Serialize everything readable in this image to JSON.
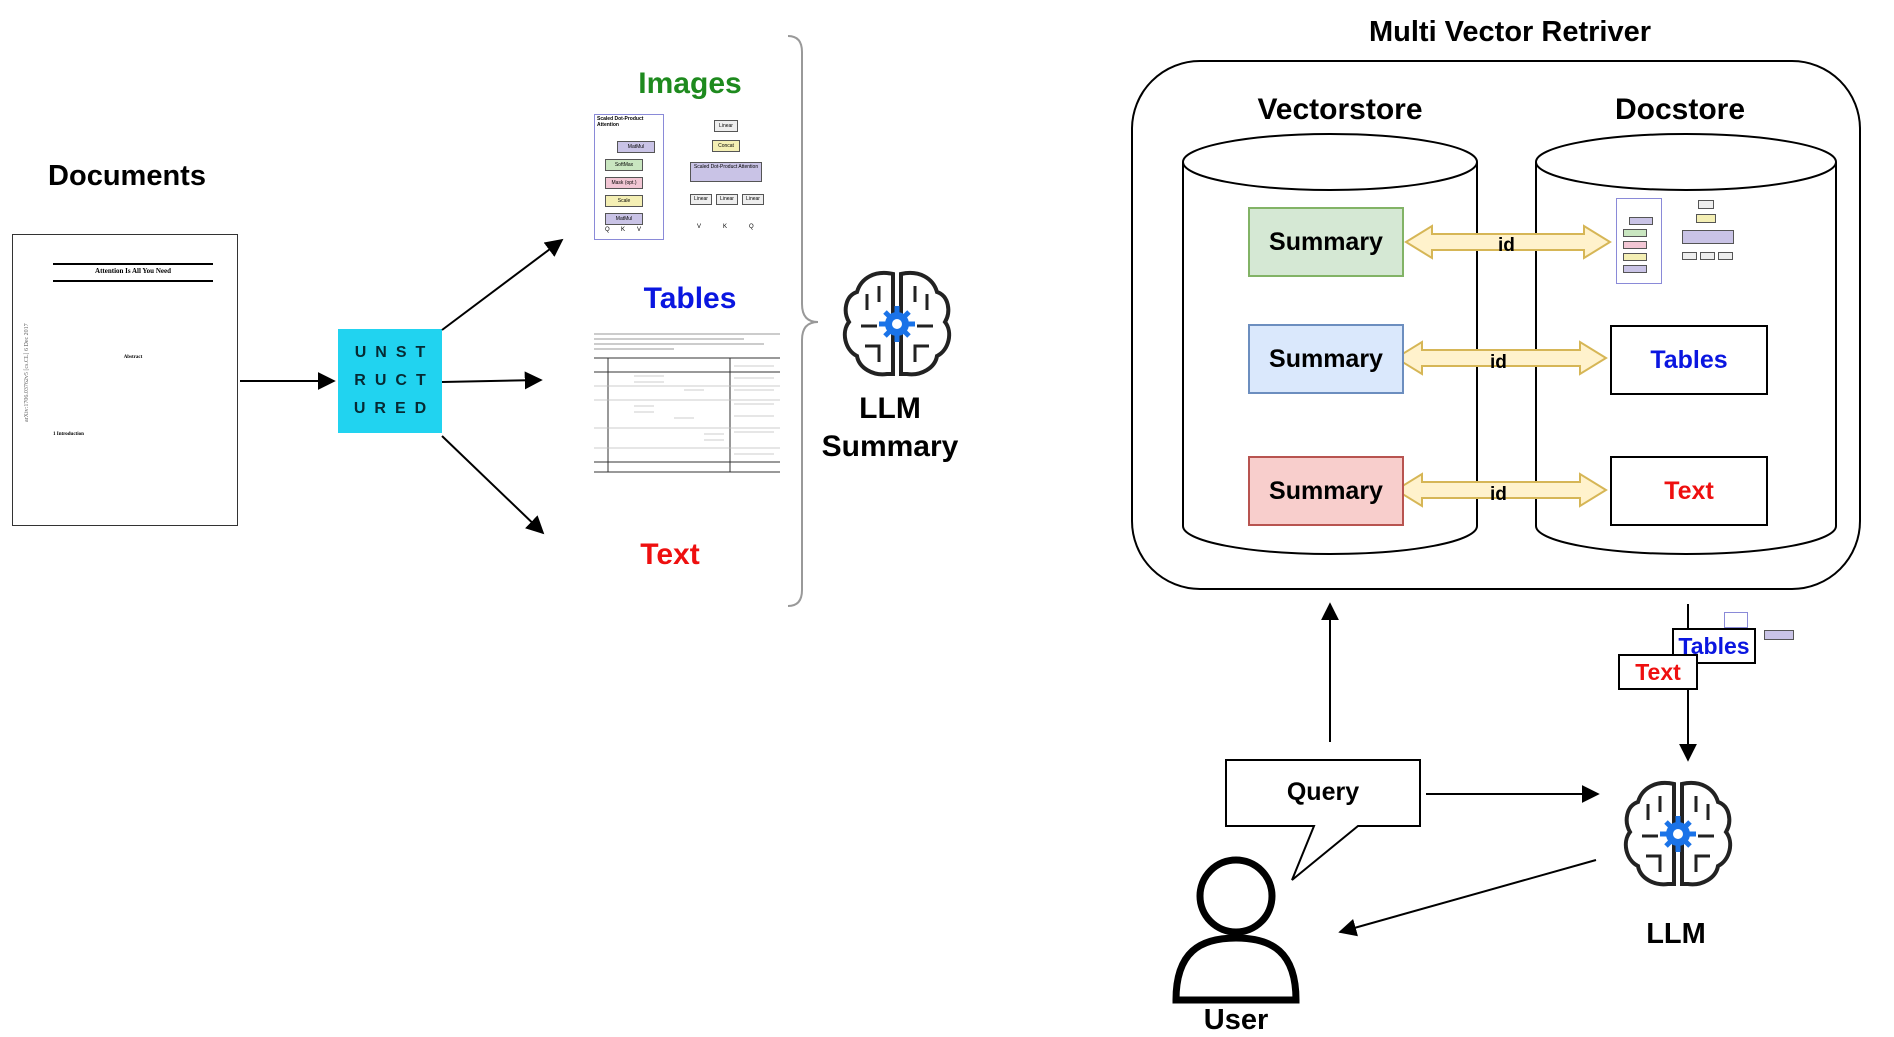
{
  "left": {
    "documents_label": "Documents",
    "paper_title": "Attention Is All You Need",
    "paper_abstract_heading": "Abstract",
    "paper_intro_heading": "1   Introduction",
    "paper_side_text": "arXiv:1706.03762v5 [cs.CL] 6 Dec 2017",
    "unstructured_lines": [
      "UNST",
      "RUCT",
      "URED"
    ],
    "images_label": "Images",
    "tables_label": "Tables",
    "text_label": "Text",
    "attention_caption": "Scaled Dot-Product Attention",
    "attention_blocks": [
      "MatMul",
      "SoftMax",
      "Mask (opt.)",
      "Scale",
      "MatMul"
    ],
    "attention_inputs": [
      "Q",
      "K",
      "V"
    ],
    "multihead_blocks": [
      "Linear",
      "Concat",
      "Scaled Dot-Product Attention"
    ],
    "multihead_linear": "Linear",
    "llm_summary_lines": [
      "LLM",
      "Summary"
    ],
    "colors": {
      "images": "#1e8a1e",
      "tables": "#0a16e0",
      "text": "#ee0f0f",
      "unstructured": "#21d3f0"
    }
  },
  "right": {
    "title": "Multi Vector Retriver",
    "vectorstore_label": "Vectorstore",
    "docstore_label": "Docstore",
    "summary_label": "Summary",
    "id_label": "id",
    "tables_label": "Tables",
    "text_label": "Text",
    "query_label": "Query",
    "user_label": "User",
    "llm_label": "LLM",
    "colors": {
      "summary_green": "#d5e8d4",
      "summary_green_border": "#82b366",
      "summary_blue": "#dae8fc",
      "summary_blue_border": "#6c8ebf",
      "summary_red": "#f8cecc",
      "summary_red_border": "#b85450",
      "id_arrow_fill": "#fff2cc",
      "id_arrow_border": "#d6b656",
      "brain_gear": "#1a73e8"
    }
  }
}
